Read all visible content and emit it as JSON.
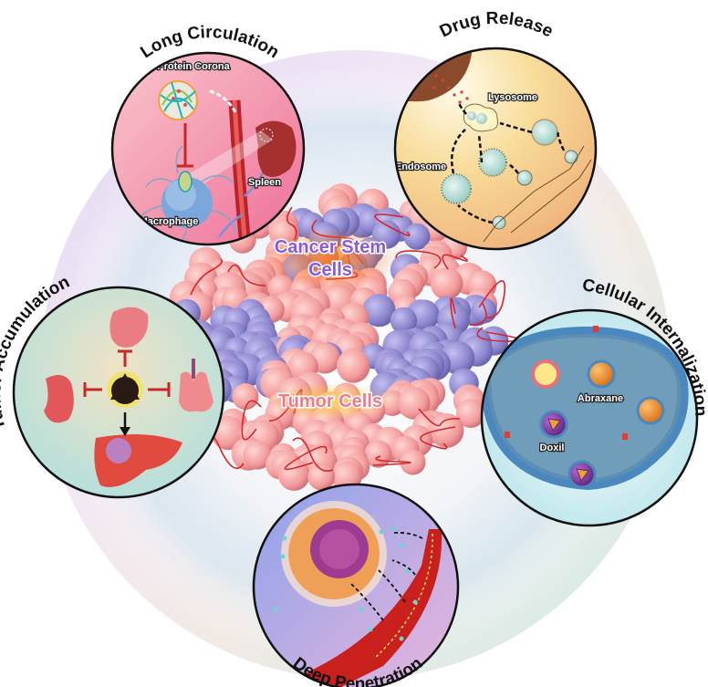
{
  "diagram": {
    "title": "Nanomedicine delivery cascade targeting tumor and cancer stem cells",
    "center": {
      "cancer_stem_cells_label_line1": "Cancer Stem",
      "cancer_stem_cells_label_line2": "Cells",
      "tumor_cells_label": "Tumor Cells"
    },
    "stages": [
      {
        "id": "long-circulation",
        "title": "Long Circulation",
        "labels": [
          "Protein Corona",
          "Spleen",
          "Macrophage"
        ]
      },
      {
        "id": "drug-release",
        "title": "Drug Release",
        "labels": [
          "Lysosome",
          "Endosome"
        ]
      },
      {
        "id": "cellular-internalization",
        "title": "Cellular Internalization",
        "labels": [
          "Abraxane",
          "Doxil"
        ]
      },
      {
        "id": "deep-penetration",
        "title": "Deep Penetration",
        "labels": []
      },
      {
        "id": "tumor-accumulation",
        "title": "Tumor Accumulation",
        "labels": []
      }
    ],
    "colors": {
      "long_circulation_bg": "#f28aa8",
      "drug_release_bg": "#f5c98a",
      "cellular_internalization_bg": "#cfe8ea",
      "deep_penetration_bg": "#a9a6ec",
      "tumor_accumulation_bg": "#d9dcc4",
      "tumor_cell": "#f2a4a4",
      "stem_cell": "#8c85cf",
      "vessel": "#d6262a",
      "stem_label": "#8a5ad8",
      "tumor_label": "#f07a8a"
    }
  }
}
